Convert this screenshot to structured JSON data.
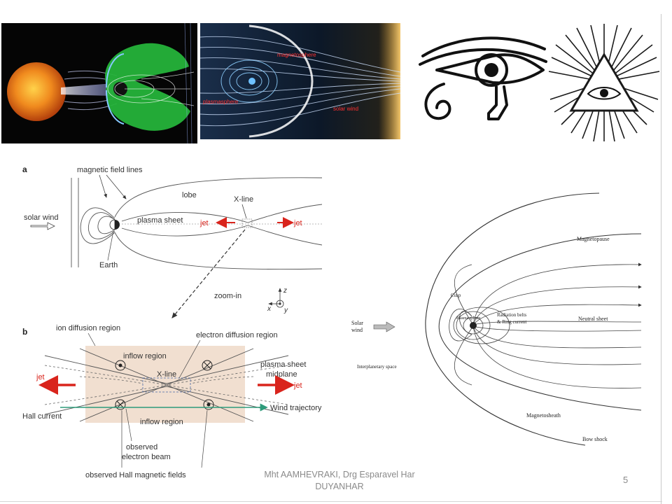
{
  "top_images": {
    "solar_wind_photo": {
      "label_magnetosphere": "",
      "label_solar_wind": ""
    },
    "magnetosphere_photo": {
      "label_magnetosphere": "magnetosphere",
      "label_plasma": "plasmasphere",
      "label_solar_wind": "solar wind"
    }
  },
  "diagram_a": {
    "panel_label": "a",
    "magnetic_field_lines": "magnetic field lines",
    "lobe": "lobe",
    "x_line": "X-line",
    "solar_wind": "solar wind",
    "plasma_sheet": "plasma sheet",
    "jet_left": "jet",
    "jet_right": "jet",
    "earth": "Earth",
    "zoom_in": "zoom-in",
    "axis_z": "z",
    "axis_x": "x",
    "axis_y": "y"
  },
  "diagram_b": {
    "panel_label": "b",
    "ion_diffusion_region": "ion diffusion region",
    "electron_diffusion_region": "electron diffusion region",
    "inflow_region_top": "inflow region",
    "inflow_region_bottom": "inflow region",
    "x_line": "X-line",
    "plasma_sheet": "plasma sheet",
    "midplane": "midplane",
    "jet_left": "jet",
    "jet_right": "jet",
    "hall_current": "Hall current",
    "wind_trajectory": "Wind trajectory",
    "observed_electron_beam_1": "observed",
    "observed_electron_beam_2": "electron beam",
    "observed_hall_fields": "observed Hall magnetic fields"
  },
  "diagram_right": {
    "magnetopause": "Magnetopause",
    "cusp": "Cusp",
    "plasma_sphere": "Plasma sphere",
    "radiation_belts_1": "Radiation belts",
    "radiation_belts_2": "& Ring current",
    "neutral_sheet": "Neutral sheet",
    "solar_wind_1": "Solar",
    "solar_wind_2": "wind",
    "interplanetary_space": "Interplanetary space",
    "magnetosheath": "Magnetosheath",
    "bow_shock": "Bow shock"
  },
  "footer": {
    "line1": "Mht AAMHEVRAKI, Drg Esparavel Har",
    "line2": "DUYANHAR",
    "page_number": "5"
  },
  "colors": {
    "jet_red": "#d9241c",
    "wind_green": "#2e9b7a",
    "region_fill": "#f0dccb",
    "sun_orange": "#f08a1e",
    "magnetosphere_green": "#25b33a"
  }
}
